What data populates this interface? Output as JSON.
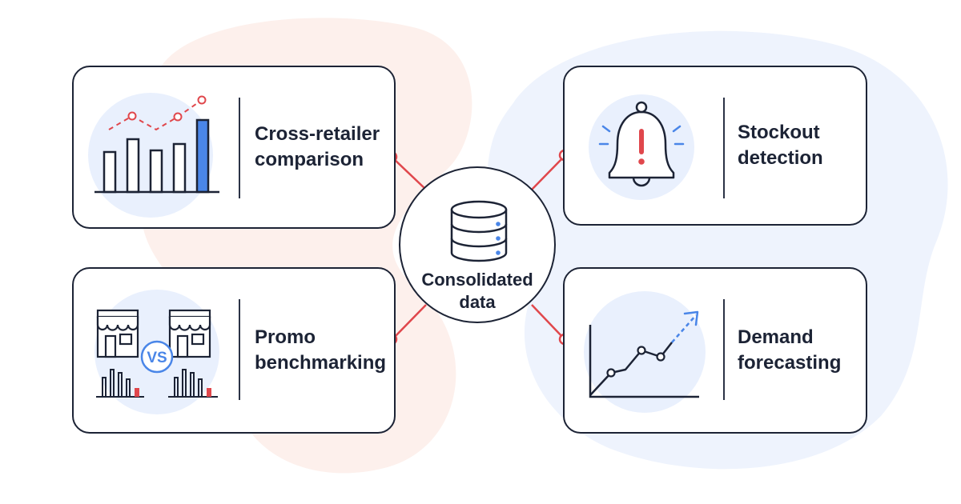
{
  "colors": {
    "ink": "#1c2335",
    "accent_blue": "#4a86e8",
    "alert_red": "#e0474c",
    "blob_peach": "#fdf0ec",
    "blob_blue": "#eef3fd",
    "icon_circle": "#e9f0fd"
  },
  "hub": {
    "icon": "database-icon",
    "label_line1": "Consolidated",
    "label_line2": "data"
  },
  "cards": {
    "top_left": {
      "icon": "bar-line-chart-icon",
      "line1": "Cross-retailer",
      "line2": "comparison"
    },
    "top_right": {
      "icon": "alert-bell-icon",
      "line1": "Stockout",
      "line2": "detection"
    },
    "bottom_left": {
      "icon": "store-comparison-icon",
      "badge": "VS",
      "line1": "Promo",
      "line2": "benchmarking"
    },
    "bottom_right": {
      "icon": "trend-forecast-icon",
      "line1": "Demand",
      "line2": "forecasting"
    }
  }
}
